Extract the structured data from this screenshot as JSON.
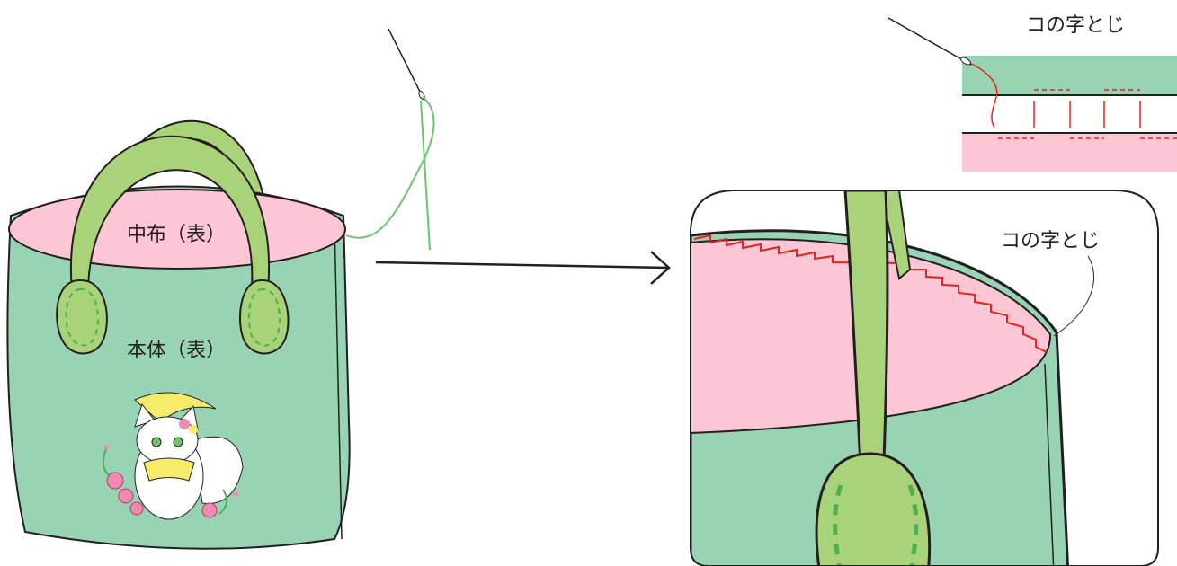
{
  "labels": {
    "lining": "中布（表）",
    "body": "本体（表）",
    "stitch_detail": "コの字とじ",
    "stitch_zoom": "コの字とじ"
  },
  "colors": {
    "body_green": "#98d4b4",
    "lining_pink": "#fcc6d4",
    "handle_green": "#a9d379",
    "thread_green": "#6cc56a",
    "stitch_red": "#e1251b",
    "outline": "#231f20"
  },
  "icons": [
    "needle-icon",
    "cat-applique-icon"
  ]
}
